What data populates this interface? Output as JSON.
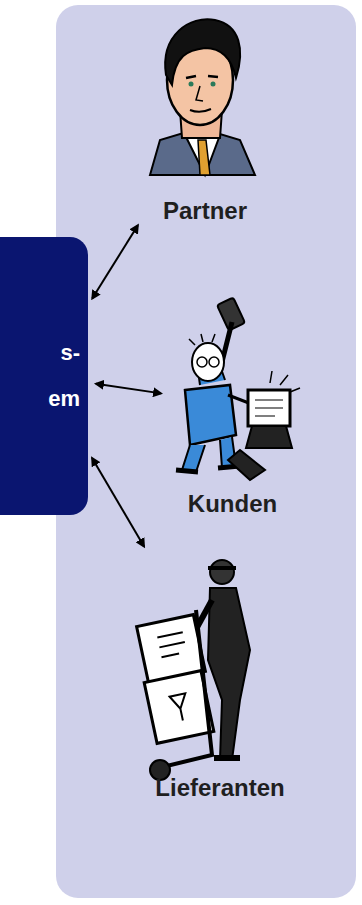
{
  "diagram": {
    "nodes": [
      {
        "text": [
          "s- em"
        ]
      },
      {
        "text": [
          "Partner"
        ]
      },
      {
        "text": [
          "Kunden"
        ]
      },
      {
        "text": [
          "Lieferanten"
        ]
      }
    ],
    "edges": [
      {
        "from": 0,
        "to": 1,
        "arrow": "both"
      },
      {
        "from": 0,
        "to": 2,
        "arrow": "both"
      },
      {
        "from": 0,
        "to": 3,
        "arrow": "both"
      }
    ]
  }
}
